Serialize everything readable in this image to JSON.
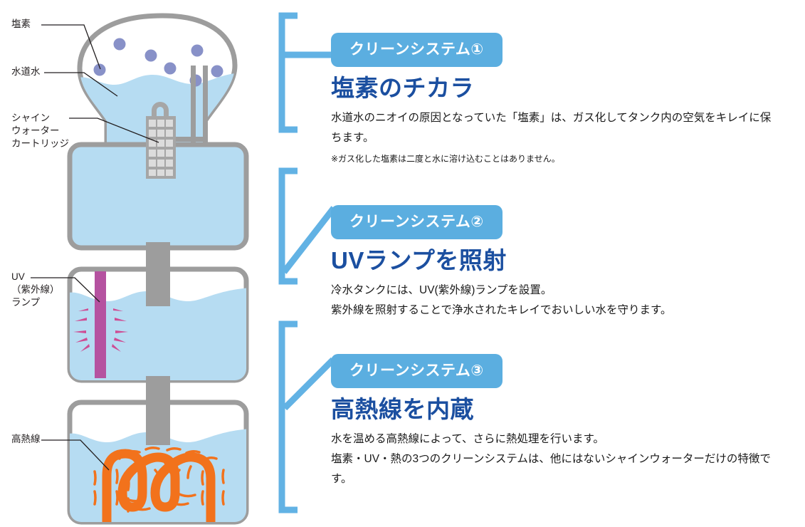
{
  "colors": {
    "badge_bg": "#5BAEE0",
    "badge_text": "#FFFFFF",
    "headline": "#1B4FA0",
    "bracket": "#62B2E4",
    "water": "#B6DCF2",
    "tank_outline": "#9D9D9D",
    "chlorine_dot": "#8891C8",
    "uv_lamp": "#B552A0",
    "uv_ray": "#CE4D94",
    "heater": "#F2721C",
    "cartridge_body": "#A6A6A6",
    "cartridge_cell": "#DCDCDC",
    "body_text": "#1A1A1A",
    "leader_line": "#231F20",
    "background": "#FFFFFF"
  },
  "diagram": {
    "labels": [
      {
        "id": "chlorine",
        "text": "塩素"
      },
      {
        "id": "tap-water",
        "text": "水道水"
      },
      {
        "id": "cartridge",
        "text": "シャイン\nウォーター\nカートリッジ"
      },
      {
        "id": "uv-lamp",
        "text": "UV\n（紫外線）\nランプ"
      },
      {
        "id": "heater",
        "text": "高熱線"
      }
    ],
    "parts": {
      "upper_tank": "water-bottle",
      "cartridge": "shine-water-cartridge",
      "middle_tank": "cold-water-tank",
      "lower_tank": "hot-water-tank",
      "uv_lamp": "uv-lamp-bar",
      "heater_coil": "high-heat-wire-coil"
    }
  },
  "sections": [
    {
      "id": "clean-system-1",
      "badge": "クリーンシステム①",
      "headline": "塩素のチカラ",
      "body": "水道水のニオイの原因となっていた「塩素」は、ガス化してタンク内の空気をキレイに保ちます。",
      "note": "※ガス化した塩素は二度と水に溶け込むことはありません。"
    },
    {
      "id": "clean-system-2",
      "badge": "クリーンシステム②",
      "headline": "UVランプを照射",
      "body": "冷水タンクには、UV(紫外線)ランプを設置。\n紫外線を照射することで浄水されたキレイでおいしい水を守ります。",
      "note": ""
    },
    {
      "id": "clean-system-3",
      "badge": "クリーンシステム③",
      "headline": "高熱線を内蔵",
      "body": "水を温める高熱線によって、さらに熱処理を行います。\n塩素・UV・熱の3つのクリーンシステムは、他にはないシャインウォーターだけの特徴です。",
      "note": ""
    }
  ]
}
